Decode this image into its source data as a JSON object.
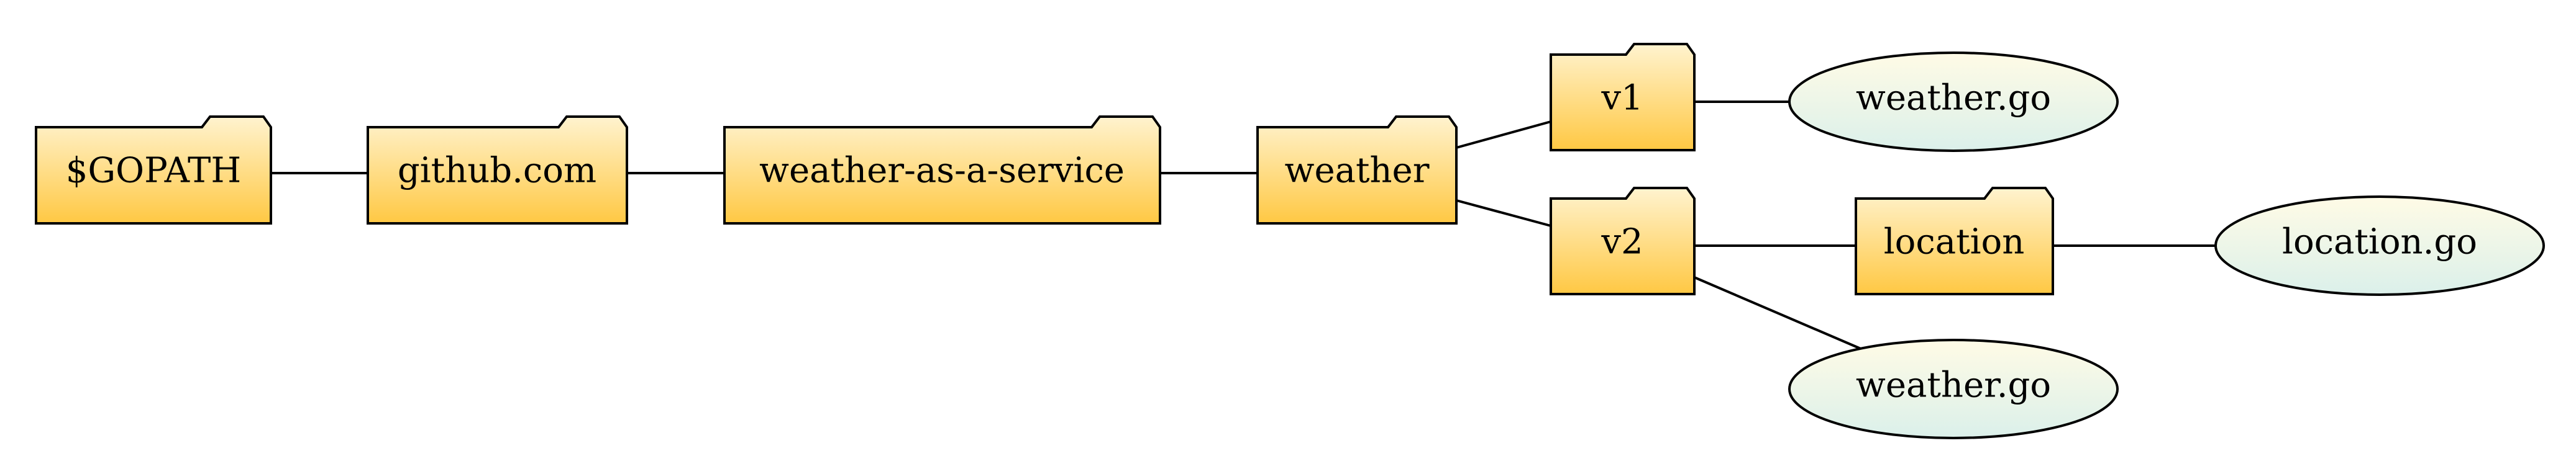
{
  "colors": {
    "folder_top": "#fff3cf",
    "folder_bottom": "#ffc843",
    "file_top": "#fffbe6",
    "file_bottom": "#dbf0ea",
    "stroke": "#000000"
  },
  "nodes": {
    "gopath": {
      "label": "$GOPATH",
      "kind": "folder",
      "icon": "folder-icon"
    },
    "github": {
      "label": "github.com",
      "kind": "folder",
      "icon": "folder-icon"
    },
    "service": {
      "label": "weather-as-a-service",
      "kind": "folder",
      "icon": "folder-icon"
    },
    "weather": {
      "label": "weather",
      "kind": "folder",
      "icon": "folder-icon"
    },
    "v1": {
      "label": "v1",
      "kind": "folder",
      "icon": "folder-icon"
    },
    "v2": {
      "label": "v2",
      "kind": "folder",
      "icon": "folder-icon"
    },
    "location": {
      "label": "location",
      "kind": "folder",
      "icon": "folder-icon"
    },
    "v1_weather_go": {
      "label": "weather.go",
      "kind": "file",
      "icon": "file-ellipse"
    },
    "v2_weather_go": {
      "label": "weather.go",
      "kind": "file",
      "icon": "file-ellipse"
    },
    "location_go": {
      "label": "location.go",
      "kind": "file",
      "icon": "file-ellipse"
    }
  },
  "edges": [
    [
      "gopath",
      "github"
    ],
    [
      "github",
      "service"
    ],
    [
      "service",
      "weather"
    ],
    [
      "weather",
      "v1"
    ],
    [
      "weather",
      "v2"
    ],
    [
      "v1",
      "v1_weather_go"
    ],
    [
      "v2",
      "location"
    ],
    [
      "location",
      "location_go"
    ],
    [
      "v2",
      "v2_weather_go"
    ]
  ]
}
